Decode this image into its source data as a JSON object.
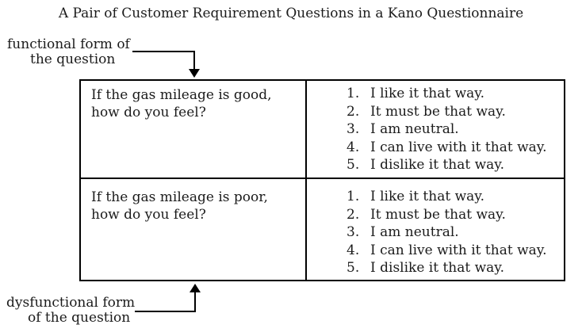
{
  "title": "A Pair of Customer Requirement Questions in a Kano Questionnaire",
  "annotations": {
    "functional": {
      "line1": "functional form of",
      "line2": "the question"
    },
    "dysfunctional": {
      "line1": "dysfunctional form",
      "line2": "of the question"
    }
  },
  "table": {
    "rows": [
      {
        "question_line1": "If the gas mileage is good,",
        "question_line2": "how do you feel?",
        "options": [
          {
            "num": "1.",
            "text": "I like it that way."
          },
          {
            "num": "2.",
            "text": "It must be that way."
          },
          {
            "num": "3.",
            "text": "I am neutral."
          },
          {
            "num": "4.",
            "text": "I can live with it that way."
          },
          {
            "num": "5.",
            "text": "I dislike it that way."
          }
        ]
      },
      {
        "question_line1": "If the gas mileage is poor,",
        "question_line2": "how do you feel?",
        "options": [
          {
            "num": "1.",
            "text": "I like it that way."
          },
          {
            "num": "2.",
            "text": "It must be that way."
          },
          {
            "num": "3.",
            "text": "I am neutral."
          },
          {
            "num": "4.",
            "text": "I can live with it that way."
          },
          {
            "num": "5.",
            "text": "I dislike it that way."
          }
        ]
      }
    ]
  },
  "colors": {
    "text": "#1b1b1b",
    "border": "#000000",
    "background": "#ffffff"
  }
}
